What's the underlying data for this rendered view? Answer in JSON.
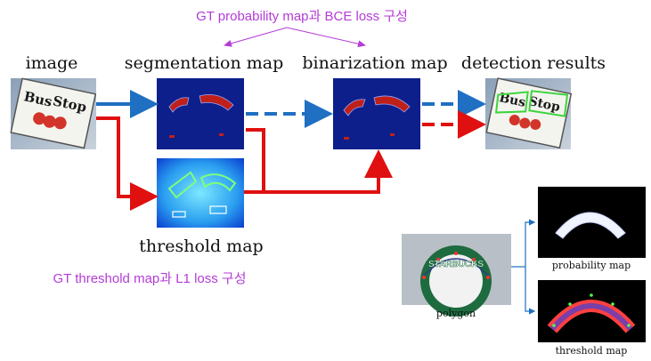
{
  "annotations": {
    "top": "GT probability map과 BCE loss 구성",
    "bottom": "GT threshold map과 L1 loss 구성"
  },
  "labels": {
    "image": "image",
    "segmentation": "segmentation map",
    "binarization": "binarization map",
    "detection": "detection results",
    "threshold": "threshold map",
    "probability_small": "probability map",
    "polygon": "polygon",
    "threshold_small": "threshold map"
  },
  "sign_text": {
    "bus": "Bus",
    "stop": "Stop"
  },
  "logo_text": "STARBUCKS",
  "colors": {
    "annotation": "#b43cd6",
    "arrow_blue": "#1f6fc2",
    "arrow_red": "#e01010",
    "map_blue": "#0d1f8a",
    "text_region": "#c0201a"
  }
}
